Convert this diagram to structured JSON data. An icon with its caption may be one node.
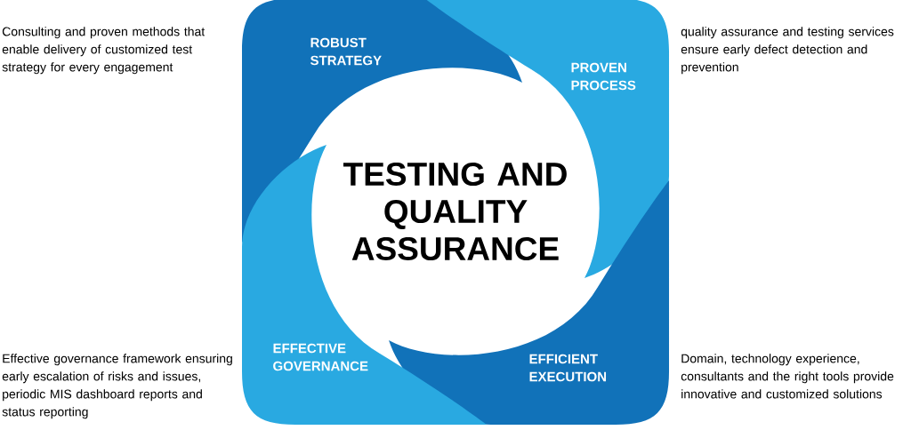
{
  "diagram": {
    "nodes": [
      {
        "text": [
          "TESTING AND QUALITY ASSURANCE"
        ]
      },
      {
        "text": [
          "ROBUST STRATEGY"
        ]
      },
      {
        "text": [
          "PROVEN PROCESS"
        ]
      },
      {
        "text": [
          "EFFICIENT EXECUTION"
        ]
      },
      {
        "text": [
          "EFFECTIVE GOVERNANCE"
        ]
      }
    ],
    "edges": [],
    "labels": [
      "Consulting and proven methods that enable delivery of customized test strategy for every engagement",
      "quality assurance and testing services ensure early defect detection and prevention",
      "Effective governance framework ensuring early escalation of risks and issues, periodic MIS dashboard reports and status reporting",
      "Domain, technology experience, consultants and the right tools provide innovative and customized solutions"
    ]
  }
}
